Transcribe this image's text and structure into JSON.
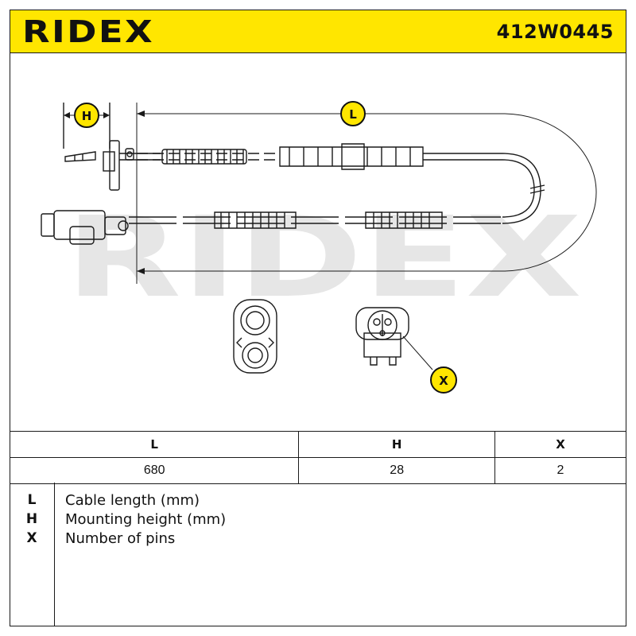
{
  "header": {
    "brand": "RIDEX",
    "part_number": "412W0445",
    "accent_color": "#ffe600"
  },
  "drawing": {
    "label_H": "H",
    "label_L": "L",
    "label_X": "X",
    "watermark": "RIDEX"
  },
  "table": {
    "headers": [
      "L",
      "H",
      "X"
    ],
    "values": [
      "680",
      "28",
      "2"
    ]
  },
  "legend": [
    {
      "key": "L",
      "desc": "Cable length (mm)"
    },
    {
      "key": "H",
      "desc": "Mounting height (mm)"
    },
    {
      "key": "X",
      "desc": "Number of pins"
    }
  ]
}
